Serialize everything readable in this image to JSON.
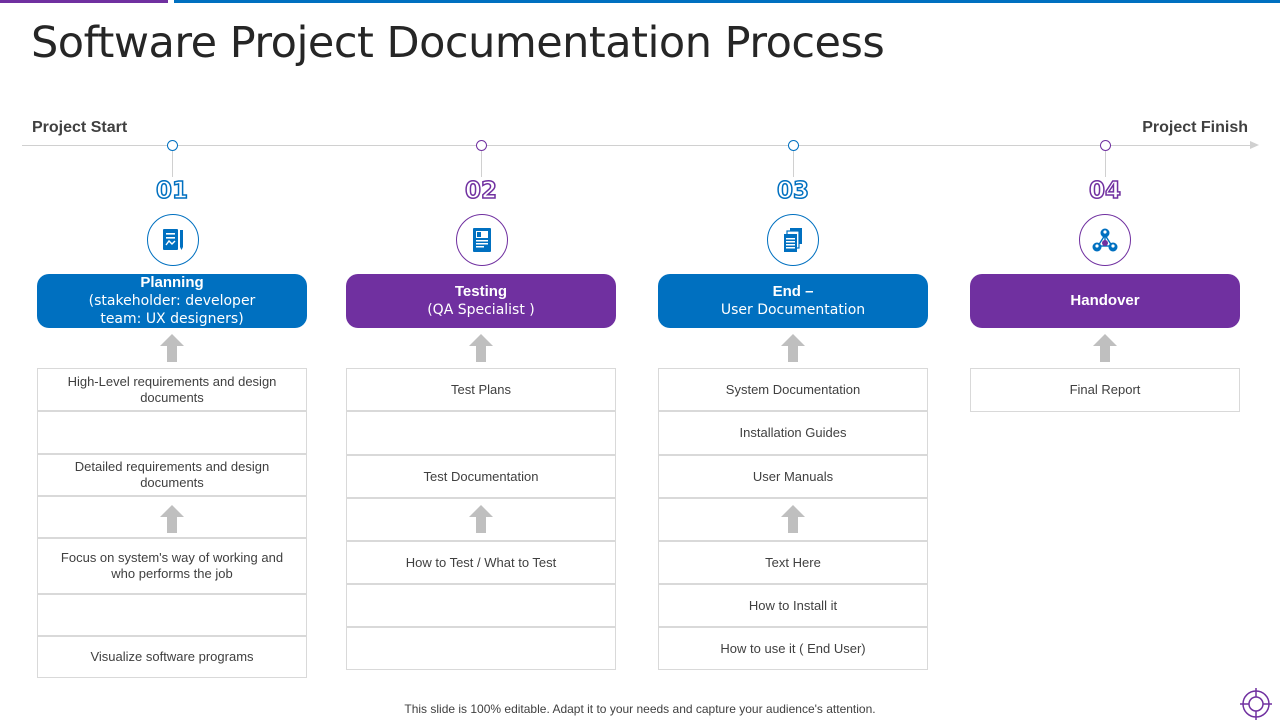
{
  "title": "Software Project Documentation Process",
  "timeline": {
    "start_label": "Project Start",
    "finish_label": "Project Finish"
  },
  "colors": {
    "blue": "#0070c0",
    "purple": "#7030a0",
    "arrow_gray": "#bfbfbf"
  },
  "phases": [
    {
      "number": "01",
      "icon": "document-analysis-icon",
      "title": "Planning",
      "subtitle": "(stakeholder: developer team: UX designers)",
      "items": [
        "High-Level requirements and design documents",
        "",
        "Detailed requirements and design documents",
        "",
        "Focus on system's way of working and who performs the job",
        "",
        "Visualize software programs"
      ]
    },
    {
      "number": "02",
      "icon": "test-report-icon",
      "title": "Testing",
      "subtitle": "(QA Specialist )",
      "items": [
        "Test Plans",
        "",
        "Test Documentation",
        "",
        "How to Test / What to Test",
        "",
        ""
      ]
    },
    {
      "number": "03",
      "icon": "documents-icon",
      "title": "End –",
      "subtitle": "User Documentation",
      "items": [
        "System Documentation",
        "Installation Guides",
        "User Manuals",
        "",
        "Text Here",
        "How to Install it",
        "How to use it ( End User)"
      ]
    },
    {
      "number": "04",
      "icon": "team-network-icon",
      "title": "Handover",
      "subtitle": "",
      "items": [
        "Final Report"
      ]
    }
  ],
  "footer": "This slide is 100% editable. Adapt it to your needs and capture your audience's attention."
}
